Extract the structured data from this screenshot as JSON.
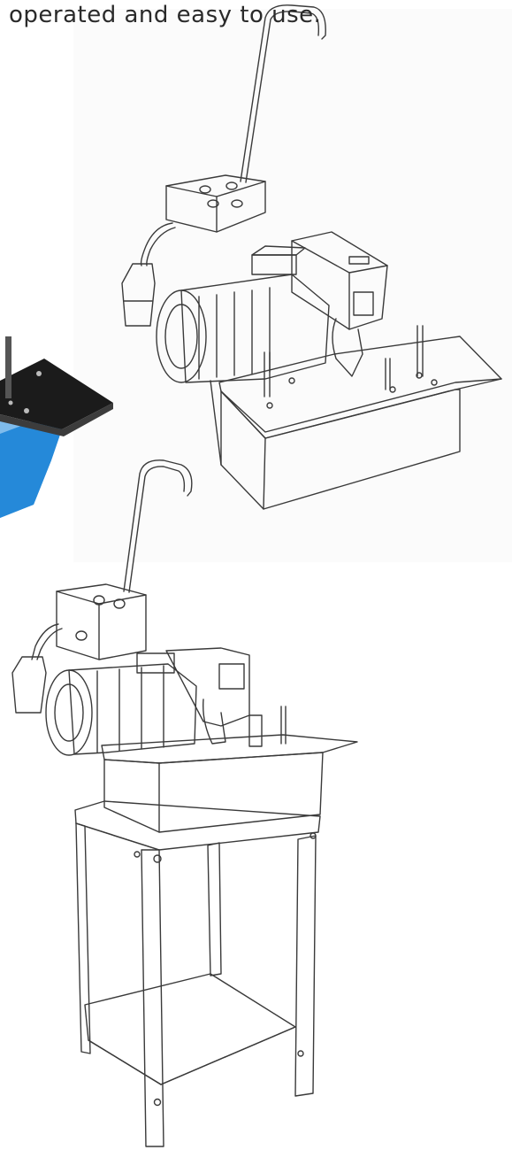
{
  "caption": {
    "text": "operated and easy to use."
  },
  "illustrations": [
    {
      "name": "benchtop-machine-sketch",
      "style": "line-drawing"
    },
    {
      "name": "machine-on-stand-sketch",
      "style": "line-drawing"
    },
    {
      "name": "blue-base-photo-fragment",
      "style": "photo"
    }
  ],
  "colors": {
    "background": "#ffffff",
    "line": "#3a3a3a",
    "text": "#2a2a2a",
    "accent_blue": "#1f7fd0",
    "plate_black": "#1b1b1b"
  }
}
